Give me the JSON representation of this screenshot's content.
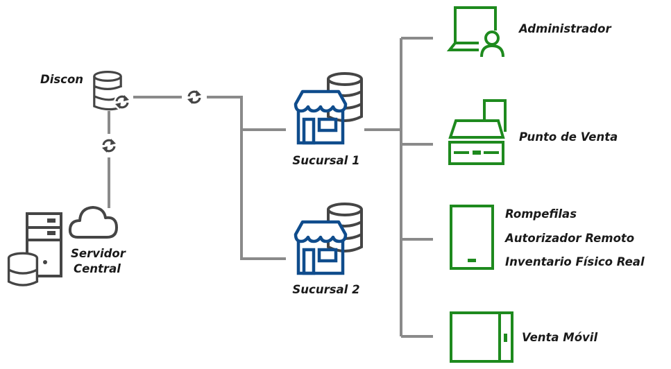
{
  "colors": {
    "line": "#8a8a8a",
    "dark": "#454545",
    "blue": "#0f4c8c",
    "green": "#1e8a1e"
  },
  "nodes": {
    "discon": "Discon",
    "servidor": [
      "Servidor",
      "Central"
    ],
    "sucursal1": "Sucursal 1",
    "sucursal2": "Sucursal 2",
    "administrador": "Administrador",
    "punto_venta": "Punto de Venta",
    "tablet_apps": [
      "Rompefilas",
      "Autorizador Remoto",
      "Inventario Físico Real"
    ],
    "venta_movil": "Venta Móvil"
  }
}
